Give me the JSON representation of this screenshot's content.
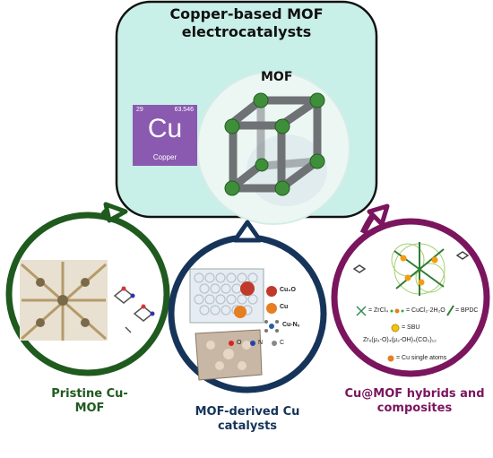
{
  "title_line1": "Copper-based MOF",
  "title_line2": "electrocatalysts",
  "mof_label": "MOF",
  "element": {
    "number": "29",
    "mass": "63.546",
    "symbol": "Cu",
    "name": "Copper"
  },
  "left": {
    "line1": "Pristine Cu-",
    "line2": "MOF"
  },
  "middle": {
    "line1": "MOF-derived Cu",
    "line2": "catalysts",
    "legend": [
      "Cu₂O",
      "Cu",
      "Cu-Nₓ"
    ],
    "atoms": [
      "O",
      "N",
      "C"
    ]
  },
  "right": {
    "line1": "Cu@MOF hybrids and",
    "line2": "composites",
    "legend": [
      "= ZrCl₄",
      "= CuCl₂·2H₂O",
      "= BPDC",
      "= SBU",
      "Zr₆(μ₃-O)₄(μ₃-OH)₄(CO₂)₁₂",
      "= Cu single atoms"
    ]
  },
  "colors": {
    "top_box": "#c8efe8",
    "green": "#1f5a1f",
    "blue": "#16345a",
    "purple": "#7a155e"
  }
}
